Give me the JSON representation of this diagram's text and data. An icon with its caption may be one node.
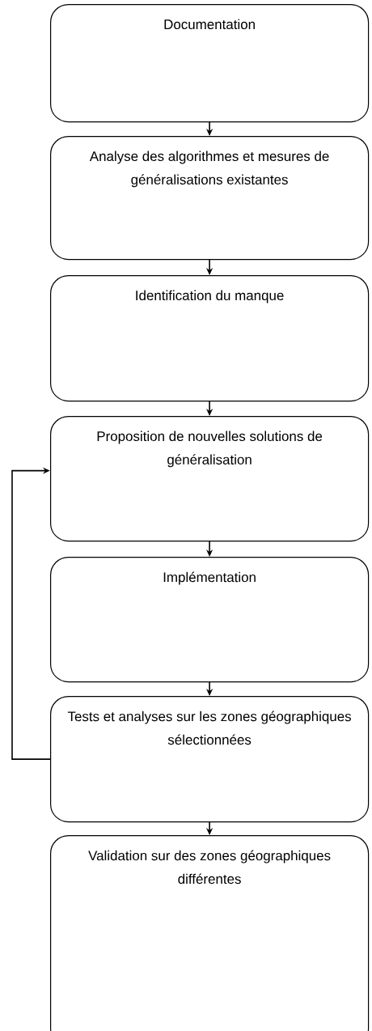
{
  "diagram": {
    "nodes": [
      {
        "text": [
          "Documentation"
        ]
      },
      {
        "text": [
          "Analyse des algorithmes et mesures de généralisations existantes"
        ]
      },
      {
        "text": [
          "Identification du manque"
        ]
      },
      {
        "text": [
          "Proposition de nouvelles solutions de généralisation"
        ]
      },
      {
        "text": [
          "Implémentation"
        ]
      },
      {
        "text": [
          "Tests et analyses sur les zones géographiques sélectionnées"
        ]
      },
      {
        "text": [
          "Validation sur des zones géographiques différentes"
        ]
      }
    ],
    "edges": [
      {
        "from": 0,
        "to": 1,
        "arrow": "to"
      },
      {
        "from": 1,
        "to": 2,
        "arrow": "to"
      },
      {
        "from": 2,
        "to": 3,
        "arrow": "to"
      },
      {
        "from": 3,
        "to": 4,
        "arrow": "to"
      },
      {
        "from": 4,
        "to": 5,
        "arrow": "to"
      },
      {
        "from": 5,
        "to": 3,
        "arrow": "to"
      },
      {
        "from": 5,
        "to": 6,
        "arrow": "to"
      }
    ]
  }
}
